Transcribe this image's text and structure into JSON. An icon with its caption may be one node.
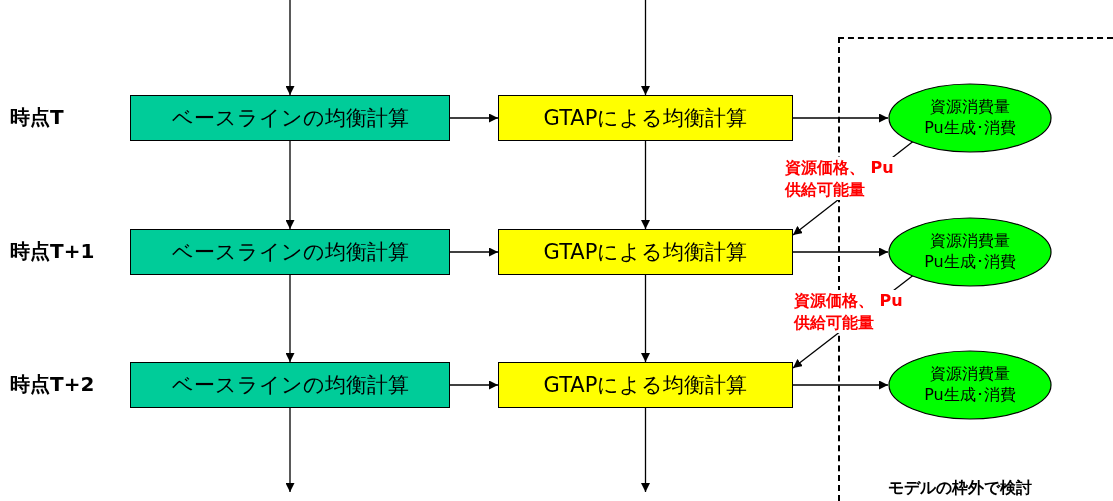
{
  "diagram": {
    "nodes": [
      {
        "text": [
          "モデルの枠外で検討"
        ]
      },
      {
        "text": [
          "ベースラインの均衡計算"
        ]
      },
      {
        "text": [
          "GTAPによる均衡計算"
        ]
      },
      {
        "text": [
          "資源消費量 Pu生成･消費"
        ],
        "in": 0
      },
      {
        "text": [
          "ベースラインの均衡計算"
        ]
      },
      {
        "text": [
          "GTAPによる均衡計算"
        ]
      },
      {
        "text": [
          "資源消費量 Pu生成･消費"
        ],
        "in": 0
      },
      {
        "text": [
          "ベースラインの均衡計算"
        ]
      },
      {
        "text": [
          "GTAPによる均衡計算"
        ]
      },
      {
        "text": [
          "資源消費量 Pu生成･消費"
        ],
        "in": 0
      }
    ],
    "edges": [
      {
        "from": null,
        "to": 1,
        "arrow": "to"
      },
      {
        "from": null,
        "to": 2,
        "arrow": "to"
      },
      {
        "from": 1,
        "to": 2,
        "arrow": "to"
      },
      {
        "from": 2,
        "to": 3,
        "arrow": "to"
      },
      {
        "from": 1,
        "to": 4,
        "arrow": "to"
      },
      {
        "from": 2,
        "to": 5,
        "arrow": "to"
      },
      {
        "from": 3,
        "to": 5,
        "arrow": "to",
        "label": "資源価格、 Pu供給可能量"
      },
      {
        "from": 4,
        "to": 5,
        "arrow": "to"
      },
      {
        "from": 5,
        "to": 6,
        "arrow": "to"
      },
      {
        "from": 4,
        "to": 7,
        "arrow": "to"
      },
      {
        "from": 5,
        "to": 8,
        "arrow": "to"
      },
      {
        "from": 6,
        "to": 8,
        "arrow": "to",
        "label": "資源価格、 Pu供給可能量"
      },
      {
        "from": 7,
        "to": 8,
        "arrow": "to"
      },
      {
        "from": 8,
        "to": 9,
        "arrow": "to"
      },
      {
        "from": 7,
        "to": null,
        "arrow": "to"
      },
      {
        "from": 8,
        "to": null,
        "arrow": "to"
      }
    ],
    "labels": [
      "時点T",
      "時点T+1",
      "時点T+2"
    ]
  }
}
